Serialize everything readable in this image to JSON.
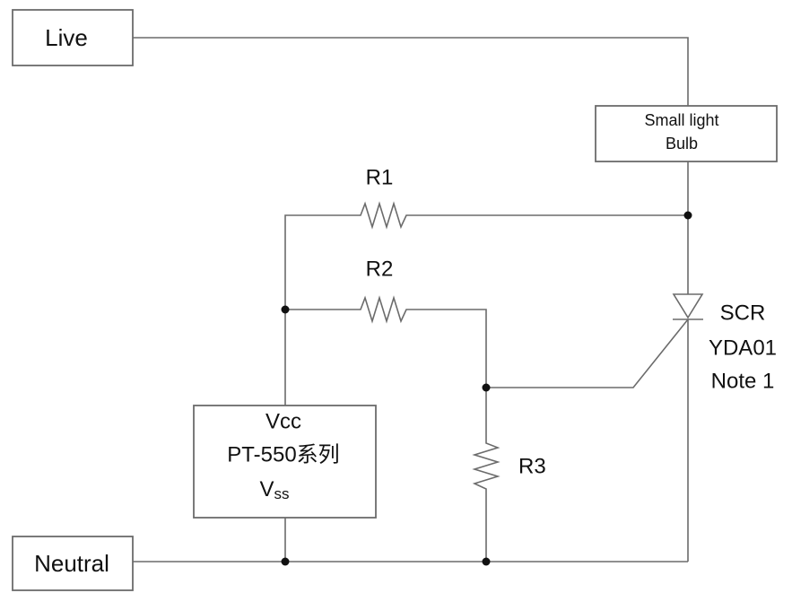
{
  "terminals": {
    "live": "Live",
    "neutral": "Neutral"
  },
  "bulb": {
    "line1": "Small light",
    "line2": "Bulb"
  },
  "resistors": {
    "r1": "R1",
    "r2": "R2",
    "r3": "R3"
  },
  "scr": {
    "line1": "SCR",
    "line2": "YDA01",
    "line3": "Note 1"
  },
  "ic": {
    "top": "Vcc",
    "middle": "PT-550系列",
    "bottom_main": "V",
    "bottom_sub": "ss"
  },
  "colors": {
    "wire": "#6b6b6b",
    "text": "#111111",
    "background": "#ffffff"
  }
}
